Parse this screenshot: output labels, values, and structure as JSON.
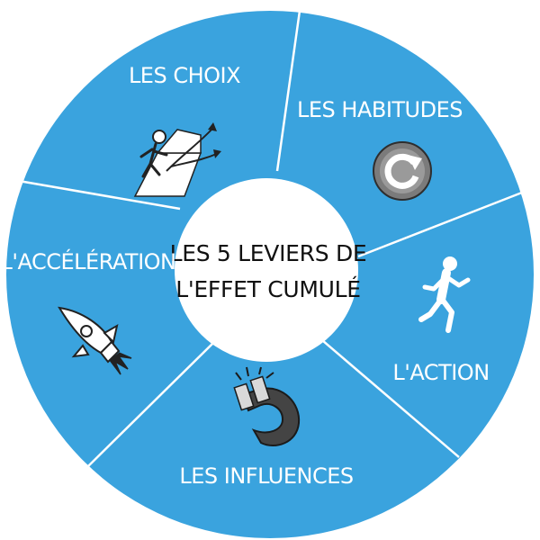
{
  "center": {
    "line1": "LES 5 LEVIERS DE",
    "line2": "L'EFFET CUMULÉ"
  },
  "segments": [
    {
      "label": "LES CHOIX",
      "icon": "branching-paths-person-icon"
    },
    {
      "label": "LES HABITUDES",
      "icon": "refresh-cycle-icon"
    },
    {
      "label": "L'ACTION",
      "icon": "running-person-icon"
    },
    {
      "label": "LES INFLUENCES",
      "icon": "horseshoe-magnet-icon"
    },
    {
      "label": "L'ACCÉLÉRATION",
      "icon": "rocket-icon"
    }
  ],
  "colors": {
    "segment_fill": "#3aa3de",
    "divider": "#ffffff",
    "center_fill": "#ffffff",
    "center_text": "#111111",
    "segment_text": "#ffffff"
  }
}
